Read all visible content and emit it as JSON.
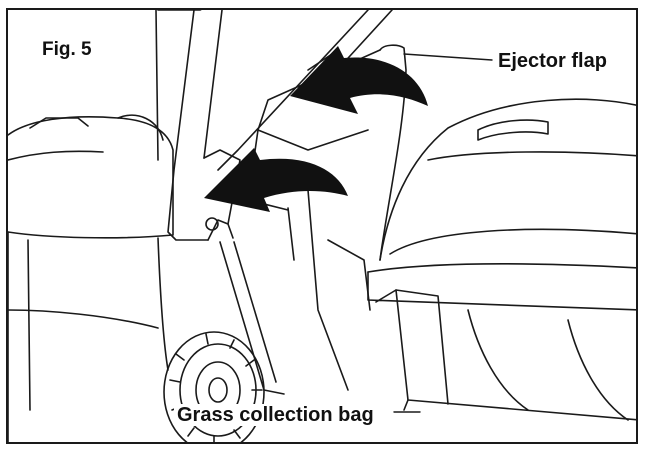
{
  "figure": {
    "number_label": "Fig. 5",
    "callouts": {
      "ejector_flap": "Ejector flap",
      "grass_collection_bag": "Grass collection bag"
    }
  },
  "colors": {
    "line": "#1a1a1a",
    "arrow_fill": "#111111",
    "background": "#ffffff"
  }
}
